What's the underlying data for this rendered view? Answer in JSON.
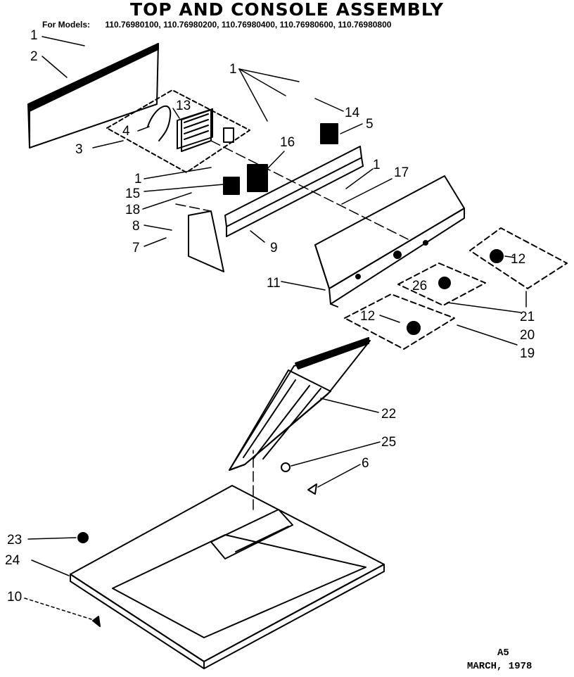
{
  "title": "TOP AND CONSOLE ASSEMBLY",
  "models_label": "For Models:",
  "models": "110.76980100, 110.76980200, 110.76980400, 110.76980600, 110.76980800",
  "callouts": [
    "1",
    "2",
    "1",
    "14",
    "5",
    "13",
    "4",
    "3",
    "16",
    "1",
    "17",
    "1",
    "15",
    "18",
    "8",
    "7",
    "9",
    "11",
    "12",
    "26",
    "12",
    "21",
    "20",
    "19",
    "22",
    "25",
    "6",
    "23",
    "24",
    "10"
  ],
  "footer": {
    "page": "A5",
    "date": "MARCH, 1978"
  }
}
